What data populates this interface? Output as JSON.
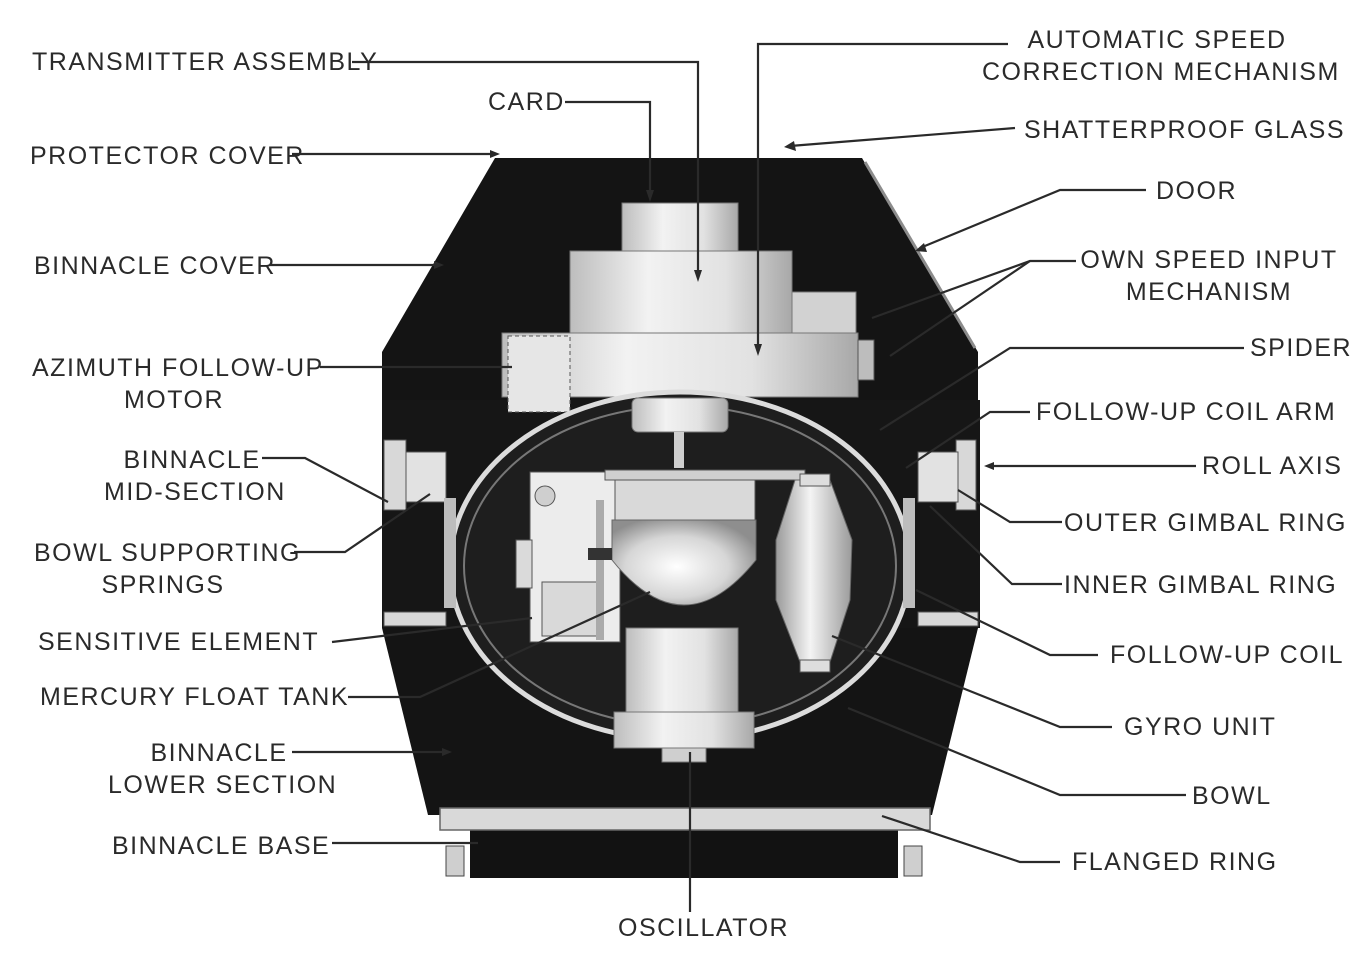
{
  "labels": {
    "transmitter_assembly": "TRANSMITTER ASSEMBLY",
    "card": "CARD",
    "protector_cover": "PROTECTOR COVER",
    "binnacle_cover": "BINNACLE COVER",
    "azimuth_follow_up_motor_1": "AZIMUTH FOLLOW-UP",
    "azimuth_follow_up_motor_2": "MOTOR",
    "binnacle_mid_section_1": "BINNACLE",
    "binnacle_mid_section_2": "MID-SECTION",
    "bowl_supporting_springs_1": "BOWL SUPPORTING",
    "bowl_supporting_springs_2": "SPRINGS",
    "sensitive_element": "SENSITIVE ELEMENT",
    "mercury_float_tank": "MERCURY FLOAT TANK",
    "binnacle_lower_section_1": "BINNACLE",
    "binnacle_lower_section_2": "LOWER SECTION",
    "binnacle_base": "BINNACLE BASE",
    "oscillator": "OSCILLATOR",
    "automatic_speed_1": "AUTOMATIC SPEED",
    "automatic_speed_2": "CORRECTION MECHANISM",
    "shatterproof_glass": "SHATTERPROOF GLASS",
    "door": "DOOR",
    "own_speed_input_1": "OWN SPEED INPUT",
    "own_speed_input_2": "MECHANISM",
    "spider": "SPIDER",
    "follow_up_coil_arm": "FOLLOW-UP COIL ARM",
    "roll_axis": "ROLL AXIS",
    "outer_gimbal_ring": "OUTER GIMBAL RING",
    "inner_gimbal_ring": "INNER GIMBAL RING",
    "follow_up_coil": "FOLLOW-UP COIL",
    "gyro_unit": "GYRO UNIT",
    "bowl": "BOWL",
    "flanged_ring": "FLANGED RING"
  }
}
